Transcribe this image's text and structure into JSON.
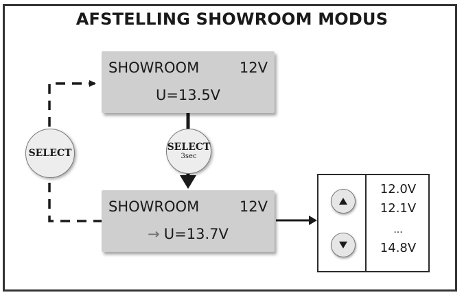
{
  "title": "AFSTELLING SHOWROOM MODUS",
  "display_top": {
    "mode": "SHOWROOM",
    "system": "12V",
    "value": "U=13.5V"
  },
  "display_bottom": {
    "mode": "SHOWROOM",
    "system": "12V",
    "arrow": "→",
    "value": "U=13.7V"
  },
  "select_button": {
    "label": "SELECT"
  },
  "select_hold_button": {
    "label": "SELECT",
    "sub": "3sec"
  },
  "value_panel": {
    "up_icon": "triangle-up-icon",
    "down_icon": "triangle-down-icon",
    "values": [
      "12.0V",
      "12.1V",
      "...",
      "14.8V"
    ]
  },
  "colors": {
    "lcd": "#cfcfcf",
    "line": "#1a1a1a",
    "button": "#ededed"
  }
}
